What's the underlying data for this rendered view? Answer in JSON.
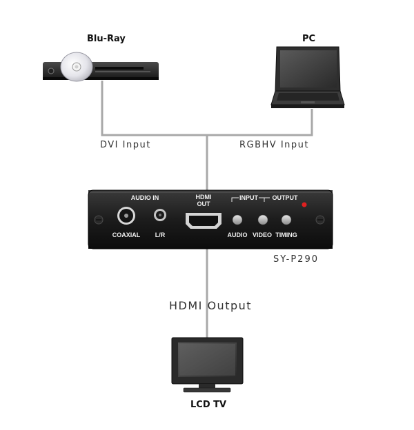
{
  "devices": {
    "bluray": "Blu-Ray",
    "pc": "PC",
    "lcd_tv": "LCD TV"
  },
  "connections": {
    "dvi_input": "DVI  Input",
    "rgbhv_input": "RGBHV  Input",
    "hdmi_output": "HDMI  Output"
  },
  "unit": {
    "model": "SY-P290",
    "audio_in": "AUDIO IN",
    "coaxial": "COAXIAL",
    "lr": "L/R",
    "hdmi_out_line1": "HDMI",
    "hdmi_out_line2": "OUT",
    "input": "INPUT",
    "output": "OUTPUT",
    "audio": "AUDIO",
    "video": "VIDEO",
    "timing": "TIMING"
  },
  "colors": {
    "cable": "#a8a8a8",
    "panel": "#1a1a1a",
    "led": "#e02020",
    "button": "#b8b8b8"
  }
}
